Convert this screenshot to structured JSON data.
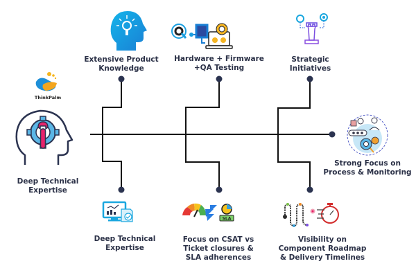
{
  "brand": {
    "name": "ThinkPalm"
  },
  "colors": {
    "line": "#111111",
    "dot": "#2b3350",
    "text": "#2b3147",
    "blue": "#1aa7df",
    "pink": "#e8236b",
    "purple": "#7b4fe0"
  },
  "root": {
    "label_lines": [
      "Deep Technical",
      "Expertise"
    ],
    "icon": "head-gear-wrench-icon"
  },
  "end": {
    "label_lines": [
      "Strong Focus on",
      "Process & Monitoring"
    ],
    "icon": "process-monitoring-icon"
  },
  "top_branches": [
    {
      "label_lines": [
        "Extensive Product",
        "Knowledge"
      ],
      "icon": "head-lightbulb-icon"
    },
    {
      "label_lines": [
        "Hardware + Firmware",
        "+QA Testing"
      ],
      "icon": "hardware-qa-icon"
    },
    {
      "label_lines": [
        "Strategic",
        "Initiatives"
      ],
      "icon": "strategy-chess-icon"
    }
  ],
  "bottom_branches": [
    {
      "label_lines": [
        "Deep Technical",
        "Expertise"
      ],
      "icon": "monitor-analytics-icon"
    },
    {
      "label_lines": [
        "Focus on CSAT vs",
        "Ticket closures &",
        "SLA adherences"
      ],
      "icon": "csat-sla-icon",
      "badge": "SLA"
    },
    {
      "label_lines": [
        "Visibility on",
        "Component Roadmap",
        "& Delivery Timelines"
      ],
      "icon": "roadmap-timeline-icon"
    }
  ]
}
